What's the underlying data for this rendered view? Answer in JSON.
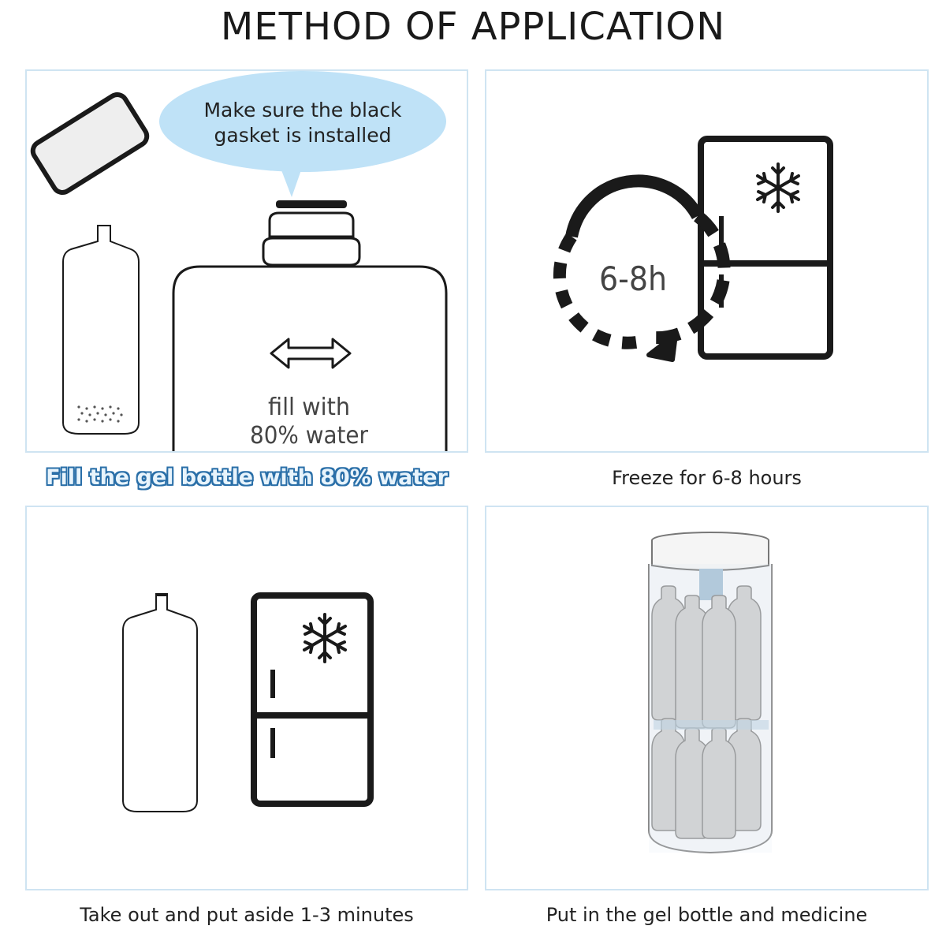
{
  "title": "METHOD OF APPLICATION",
  "steps": [
    {
      "caption": "Fill the gel bottle with 80% water",
      "bubble_line1": "Make sure the black",
      "bubble_line2": "gasket is installed",
      "fill_line1": "fill with",
      "fill_line2": "80% water"
    },
    {
      "caption": "Freeze for 6-8 hours",
      "duration": "6-8h"
    },
    {
      "caption": "Take out and put aside 1-3 minutes"
    },
    {
      "caption": "Put in the gel bottle and medicine"
    }
  ],
  "colors": {
    "panel_border": "#cfe4f2",
    "bubble": "#bfe2f7",
    "caption_highlight": "#2a6fa8",
    "ink": "#1a1a1a"
  },
  "icons": [
    "gasket-icon",
    "gel-bottle-icon",
    "bottle-cap-icon",
    "resize-arrow-icon",
    "refrigerator-icon",
    "snowflake-icon",
    "circular-arrow-icon",
    "cooler-jar-icon"
  ]
}
